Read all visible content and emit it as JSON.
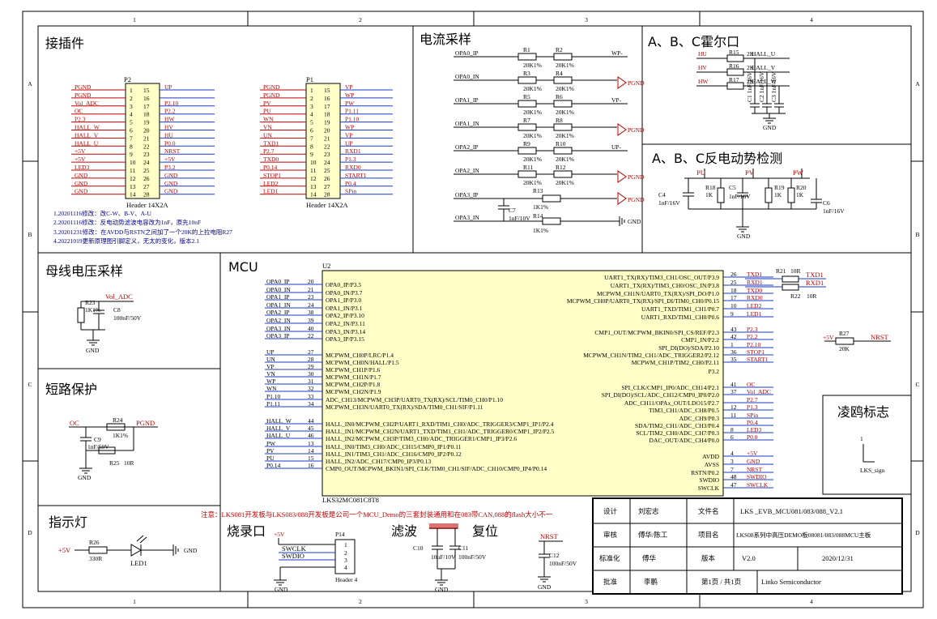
{
  "frame": {
    "cols": [
      "1",
      "2",
      "3",
      "4"
    ],
    "rows": [
      "A",
      "B",
      "C",
      "D"
    ]
  },
  "sections": {
    "connector": "接插件",
    "current": "电流采样",
    "hall": "A、B、C霍尔口",
    "bemf": "A、B、C反电动势检测",
    "bus": "母线电压采样",
    "mcu": "MCU",
    "short": "短路保护",
    "led": "指示灯",
    "burn": "烧录口",
    "filter": "滤波",
    "reset": "复位",
    "logo": "凌鸥标志"
  },
  "p2": {
    "ref": "P2",
    "footer": "Header 14X2A",
    "left": [
      "PGND",
      "PGND",
      "Vol_ADC",
      "OC",
      "P2.3",
      "HALL_W",
      "HALL_V",
      "HALL_U",
      "+5V",
      "+5V",
      "LED3",
      "GND",
      "GND",
      "GND"
    ],
    "right": [
      "UP",
      "",
      "P2.10",
      "P2.2",
      "HW",
      "HV",
      "HU",
      "P0.0",
      "NRST",
      "+5V",
      "P3.2",
      "GND",
      "GND",
      "GND"
    ],
    "pl": [
      "1",
      "2",
      "3",
      "4",
      "5",
      "6",
      "7",
      "8",
      "9",
      "10",
      "11",
      "12",
      "13",
      "14"
    ],
    "pr": [
      "15",
      "16",
      "17",
      "18",
      "19",
      "20",
      "21",
      "22",
      "23",
      "24",
      "25",
      "26",
      "27",
      "28"
    ]
  },
  "p1": {
    "ref": "P1",
    "footer": "Header 14X2A",
    "left": [
      "PGND",
      "PGND",
      "PV",
      "PU",
      "WN",
      "VN",
      "UN",
      "TXD1",
      "P2.7",
      "TXD0",
      "P0.14",
      "STOP1",
      "LED2",
      "LED1"
    ],
    "right": [
      "VP",
      "WP",
      "PW",
      "P1.11",
      "P1.10",
      "WP",
      "VP",
      "UP",
      "RXD1",
      "P1.3",
      "RXD0",
      "START1",
      "P0.4",
      "SPin"
    ],
    "pl": [
      "1",
      "2",
      "3",
      "4",
      "5",
      "6",
      "7",
      "8",
      "9",
      "10",
      "11",
      "12",
      "13",
      "14"
    ],
    "pr": [
      "15",
      "16",
      "17",
      "18",
      "19",
      "20",
      "21",
      "22",
      "23",
      "24",
      "25",
      "26",
      "27",
      "28"
    ]
  },
  "notes": [
    "1.20201116修改：改C-W、B-V、A-U",
    "2.20201116修改：反电动势滤波电容改为1nF，原先10nF",
    "3.20201231修改：在AVDD与RSTN之间加了一个20K的上拉电阻R27",
    "4.20221019更新原理图引脚定义，无太的变化，版本2.1"
  ],
  "current_sampling": {
    "nets": [
      "OPA0_IP",
      "OPA0_IN",
      "OPA1_IP",
      "OPA1_IN",
      "OPA2_IP",
      "OPA2_IN",
      "OPA3_IP",
      "OPA3_IN"
    ],
    "ra": [
      "R1",
      "R3",
      "R5",
      "R7",
      "R9",
      "R11"
    ],
    "rb": [
      "R2",
      "R4",
      "R6",
      "R8",
      "R10",
      "R12"
    ],
    "val": "20K1%",
    "outs": [
      "WP-",
      "PGND",
      "VP-",
      "PGND",
      "UP-",
      "PGND"
    ],
    "r13": "R13",
    "r14": "R14",
    "rv": "1K1%",
    "c7": "C7",
    "c7v": "1nF/10V",
    "pgnd": "PGND",
    "gnd": "GND"
  },
  "hall": {
    "nets": [
      "HU",
      "HV",
      "HW"
    ],
    "res": [
      "R15",
      "R16",
      "R17"
    ],
    "val": "2K",
    "outs": [
      "HALL_U",
      "HALL_V",
      "HALL_W"
    ],
    "caps": [
      "C1",
      "C2",
      "C3"
    ],
    "capv": "1nF/16V",
    "gnd": "GND"
  },
  "bemf": {
    "nets": [
      "PU",
      "PV",
      "PW"
    ],
    "c4": "C4",
    "c4v": "1nF/16V",
    "r18": "R18",
    "c5": "C5",
    "c5v": "1nF/16V",
    "r19": "R19",
    "r20": "R20",
    "rv": "1K",
    "c6": "C6",
    "c6v": "1nF/16V",
    "gnd": "GND"
  },
  "bus": {
    "net": "Vol_ADC",
    "r": "R23",
    "rv": "1K1%",
    "c": "C8",
    "cv": "100nF/50V",
    "gnd": "GND"
  },
  "short": {
    "net": "OC",
    "r24": "R24",
    "r24v": "1K1%",
    "pg": "PGND",
    "c9": "C9",
    "c9v": "1nF/50V",
    "r25": "R25",
    "r25v": "10R",
    "gnd": "GND"
  },
  "led": {
    "v": "+5V",
    "r": "R26",
    "rv": "330R",
    "d": "LED1",
    "gnd": "GND"
  },
  "mcu": {
    "ref": "U2",
    "part": "LKS32MC081C8T8",
    "left_nets": [
      "OPA0_IP",
      "OPA0_IN",
      "OPA1_IP",
      "OPA1_IN",
      "OPA2_IP",
      "OPA2_IN",
      "OPA3_IN",
      "OPA3_IP",
      "",
      "UP",
      "UN",
      "VP",
      "VN",
      "WP",
      "WN",
      "P1.10",
      "P1.11",
      "",
      "HALL_W",
      "HALL_V",
      "HALL_U",
      "PW",
      "PV",
      "PU",
      "P0.14"
    ],
    "left_pins": [
      "20",
      "21",
      "23",
      "24",
      "38",
      "39",
      "40",
      "22",
      "",
      "27",
      "28",
      "29",
      "30",
      "31",
      "32",
      "33",
      "34",
      "",
      "44",
      "45",
      "46",
      "13",
      "14",
      "15",
      "16"
    ],
    "left_fn": [
      "OPA0_IP/P3.5",
      "OPA0_IN/P3.7",
      "OPA1_IP/P3.0",
      "OPA1_IN/P3.1",
      "OPA2_IP/P3.10",
      "OPA2_IN/P3.11",
      "OPA3_IN/P3.14",
      "OPA3_IP/P3.15",
      "",
      "MCPWM_CH0P/LRC/P1.4",
      "MCPWM_CH0N/HALL/P1.5",
      "MCPWM_CH1P/P1.6",
      "MCPWM_CH1N/P1.7",
      "MCPWM_CH2P/P1.8",
      "MCPWM_CH2N/P1.9",
      "ADC_CH13/MCPWM_CH3P/UART0_TX(RX)/SCL/TIM0_CH0/P1.10",
      "MCPWM_CH3N/UART0_TX(RX)/SDA/TIM0_CH1/SIF/P1.11",
      "",
      "HALL_IN0/MCPWM_CH2P/UART1_RXD/TIM1_CH0/ADC_TRIGGER3/CMP1_IP1/P2.4",
      "HALL_IN1/MCPWM_CH2N/UART1_TXD/TIM1_CH1/ADC_TRIGGER0/CMP1_IP2/P2.5",
      "HALL_IN2/MCPWM_CH3P/TIM3_CH0/ADC_TRIGGER1/CMP1_IP3/P2.6",
      "HALL_IN0/TIM3_CH0/ADC_CH15/CMP0_IP1/P0.11",
      "HALL_IN1/TIM3_CH1/ADC_CH16/CMP0_IP2/P0.12",
      "HALL_IN2/ADC_CH17/CMP0_IP3/P0.13",
      "CMP0_OUT/MCPWM_BKIN1/SPI_CLK/TIM0_CH1/SIF/ADC_CH10/CMP0_IP4/P0.14"
    ],
    "right_fn": [
      "UART1_TX(RX)/TIM3_CH1/OSC_OUT/P3.9",
      "UART1_TX(RX)/TIM3_CH0/OSC_IN/P3.8",
      "MCPWM_CH1N/UART0_TX(RX)/SPI_DO/P1.0",
      "MCPWM_CH0P/UART0_TX(RX)/SPI_DI/TIM0_CH0/P0.15",
      "UART1_TXD/TIM1_CH1/P0.7",
      "UART1_RXD/TIM1_CH0/P0.6",
      "",
      "CMP1_OUT/MCPWM_BKIN0/SPI_CS/REF/P2.3",
      "CMP1_IN/P2.2",
      "SPI_DI(DO)/SDA/P2.10",
      "MCPWM_CH1N/TIM2_CH1/ADC_TRIGGER2/P2.12",
      "MCPWM_CH1P/TIM2_CH0/P2.11",
      "P3.2",
      "",
      "SPI_CLK/CMP1_IP0/ADC_CH14/P2.1",
      "SPI_DI(DO)/SCL/ADC_CH12/CMP0_IP0/P2.0",
      "ADC_CH11/OPAx_OUT/LDO15/P2.7",
      "TIM3_CH1/ADC_CH8/P0.5",
      "ADC_CH9/P0.3",
      "SDA/TIM2_CH1/ADC_CH3/P0.4",
      "SCL/TIM2_CH0/ADC_CH7/P0.3",
      "DAC_OUT/ADC_CH4/P0.0",
      "",
      "AVDD",
      "AVSS",
      "RSTN/P0.2",
      "SWDIO",
      "SWCLK"
    ],
    "right_pins": [
      "26",
      "25",
      "18",
      "17",
      "10",
      "9",
      "",
      "43",
      "42",
      "1",
      "36",
      "35",
      "",
      "",
      "41",
      "37",
      "",
      "12",
      "11",
      "",
      "8",
      "6",
      "",
      "4",
      "3",
      "7",
      "48",
      "47"
    ],
    "right_nets": [
      "TXD1",
      "RXD1",
      "TXD0",
      "RXD0",
      "LED2",
      "LED1",
      "",
      "P2.3",
      "P2.2",
      "P2.10",
      "STOP1",
      "START1",
      "",
      "",
      "OC",
      "Vol_ADC",
      "P2.7",
      "P1.3",
      "SPin",
      "P0.4",
      "LED3",
      "P0.0",
      "",
      "+5V",
      "GND",
      "NRST",
      "SWDIO",
      "SWCLK"
    ]
  },
  "txd": {
    "r21": "R21",
    "r21v": "10R",
    "r22": "R22",
    "r22v": "10R",
    "txd1": "TXD1",
    "rxd1": "RXD1"
  },
  "nrst": {
    "v": "+5V",
    "r": "R27",
    "rv": "20K",
    "net": "NRST"
  },
  "logo": {
    "pin": "1",
    "label": "LKS_sign"
  },
  "warn": "注意：LKS081开发板与LKS083/088开发板是公司一个MCU_Demo的三套封装通用和在083带CAN,088的flash大小不一",
  "burn": {
    "v": "+5V",
    "ref": "P14",
    "nets": [
      "SWCLK",
      "SWDIO"
    ],
    "pins": [
      "1",
      "2",
      "3",
      "4"
    ],
    "footer": "Header 4",
    "gnd": "GND"
  },
  "filter": {
    "c10": "C10",
    "c10v": "10uF/10V",
    "c11": "C11",
    "c11v": "100nF/50V",
    "gnd": "GND"
  },
  "reset": {
    "net": "NRST",
    "c12": "C12",
    "c12v": "100nF/50V",
    "gnd": "GND"
  },
  "title_block": {
    "r1": [
      "设计",
      "刘宏志",
      "文件名",
      "LKS _EVB_MCU081/083/088_V2.1"
    ],
    "r2": [
      "审核",
      "傅华/陈工",
      "项目名",
      "LKS08系列中高压DEMO板08081/083/088MCU主板"
    ],
    "r3": [
      "标准化",
      "傅华",
      "版本",
      "V2.0",
      "2020/12/31"
    ],
    "r4": [
      "批准",
      "李鹏",
      "第1页 / 共1页",
      "Linko Semiconductor"
    ]
  }
}
